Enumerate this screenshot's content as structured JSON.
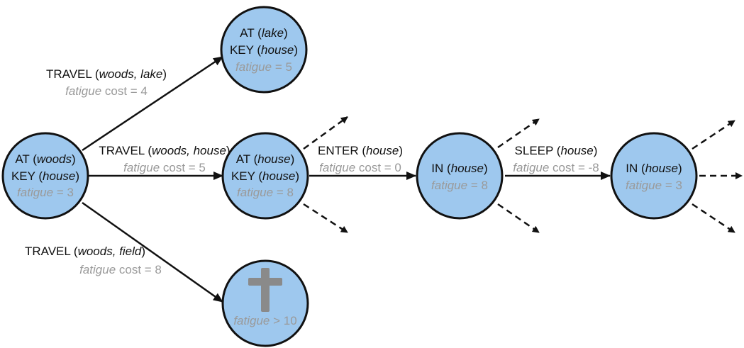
{
  "nodes": {
    "woods": {
      "line1": [
        "AT (",
        "woods",
        ")"
      ],
      "line2": [
        "KEY (",
        "house",
        ")"
      ],
      "fatigue": [
        "fatigue",
        " = 3"
      ]
    },
    "lake": {
      "line1": [
        "AT (",
        "lake",
        ")"
      ],
      "line2": [
        "KEY (",
        "house",
        ")"
      ],
      "fatigue": [
        "fatigue",
        " = 5"
      ]
    },
    "house_at": {
      "line1": [
        "AT (",
        "house",
        ")"
      ],
      "line2": [
        "KEY (",
        "house",
        ")"
      ],
      "fatigue": [
        "fatigue",
        " = 8"
      ]
    },
    "in_house_1": {
      "line1": [
        "IN (",
        "house",
        ")"
      ],
      "fatigue": [
        "fatigue",
        " = 8"
      ]
    },
    "in_house_2": {
      "line1": [
        "IN (",
        "house",
        ")"
      ],
      "fatigue": [
        "fatigue",
        " = 3"
      ]
    },
    "field_dead": {
      "fatigue": [
        "fatigue",
        " > 10"
      ],
      "icon": "cross-icon"
    }
  },
  "edges": {
    "to_lake": {
      "action": [
        "TRAVEL (",
        "woods, lake",
        ")"
      ],
      "cost": [
        "fatigue",
        " cost = 4"
      ]
    },
    "to_house": {
      "action": [
        "TRAVEL (",
        "woods, house",
        ")"
      ],
      "cost": [
        "fatigue",
        " cost = 5"
      ]
    },
    "to_field": {
      "action": [
        "TRAVEL (",
        "woods, field",
        ")"
      ],
      "cost": [
        "fatigue",
        " cost = 8"
      ]
    },
    "enter": {
      "action": [
        "ENTER (",
        "house",
        ")"
      ],
      "cost": [
        "fatigue",
        " cost = 0"
      ]
    },
    "sleep": {
      "action": [
        "SLEEP (",
        "house",
        ")"
      ],
      "cost": [
        "fatigue",
        " cost = -8"
      ]
    }
  },
  "colors": {
    "node_fill": "#9ec8ee",
    "stroke": "#111111",
    "fatigue_text": "#9a9a9a",
    "cross": "#8a8a8a"
  }
}
